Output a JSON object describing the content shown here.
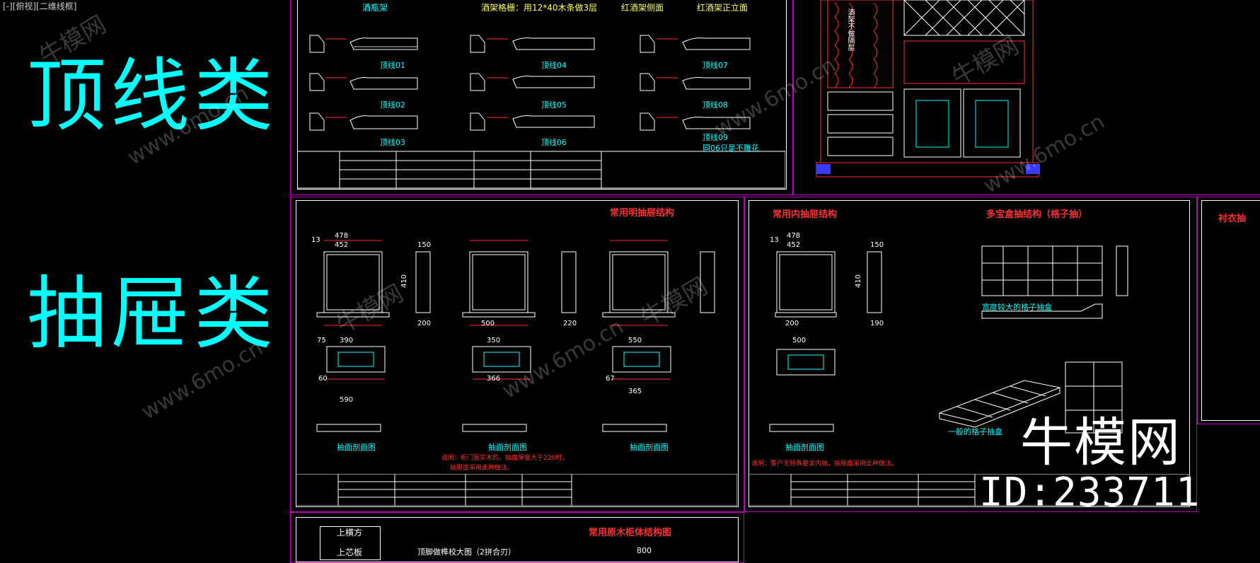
{
  "viewport_label": "[-][俯视][二维线框]",
  "categories": {
    "crown": "顶线类",
    "drawer": "抽屉类"
  },
  "sheet_top": {
    "captions": [
      "酒瓶架",
      "酒架格栅：用12*40木条做3层",
      "红酒架侧面",
      "红酒架正立面"
    ],
    "profiles": [
      "顶线01",
      "顶线02",
      "顶线03",
      "顶线04",
      "顶线05",
      "顶线06",
      "顶线07",
      "顶线08",
      "顶线09"
    ],
    "note": "同06只是不雕花"
  },
  "sheet_mid_left": {
    "title": "常用明抽屉结构",
    "dims_top": [
      "478",
      "452",
      "13",
      "150",
      "410",
      "200",
      "500",
      "220"
    ],
    "dims_front": [
      "390",
      "590",
      "75",
      "60",
      "350",
      "366",
      "550",
      "365",
      "67"
    ],
    "section_label": "抽面剖面图",
    "note_main": "说明：柜门是实木的，抽面厚度大于220时，",
    "note_more": "抽屉面采用此种做法。"
  },
  "sheet_mid_right": {
    "title": "常用内抽屉结构",
    "title2": "多宝盒抽结构（格子抽）",
    "dims": [
      "478",
      "452",
      "13",
      "150",
      "410",
      "200",
      "190",
      "500"
    ],
    "caption_wide": "宽度较大的格子抽盒",
    "caption_general": "一般的格子抽盒",
    "section_label": "抽面剖面图",
    "note": "说明：客户无特殊要求内抽，抽屉面采用此种做法。"
  },
  "sheet_right_partial": {
    "title": "衬衣抽"
  },
  "sheet_bottom": {
    "title": "常用原木柜体结构图",
    "labels": [
      "上横方",
      "上芯板"
    ],
    "dim": "800",
    "detail": "顶脚做榫校大图（2拼合刃）"
  },
  "cabinet_vertical_text": "酒架不做隔层",
  "watermark": {
    "site": "www.6mo.cn",
    "brand_cn": "牛模网"
  },
  "brand_id": "ID:233711",
  "colors": {
    "cyan": "#00ffff",
    "red": "#ff3030",
    "magenta": "#c000c0",
    "yellow": "#ffff66"
  }
}
